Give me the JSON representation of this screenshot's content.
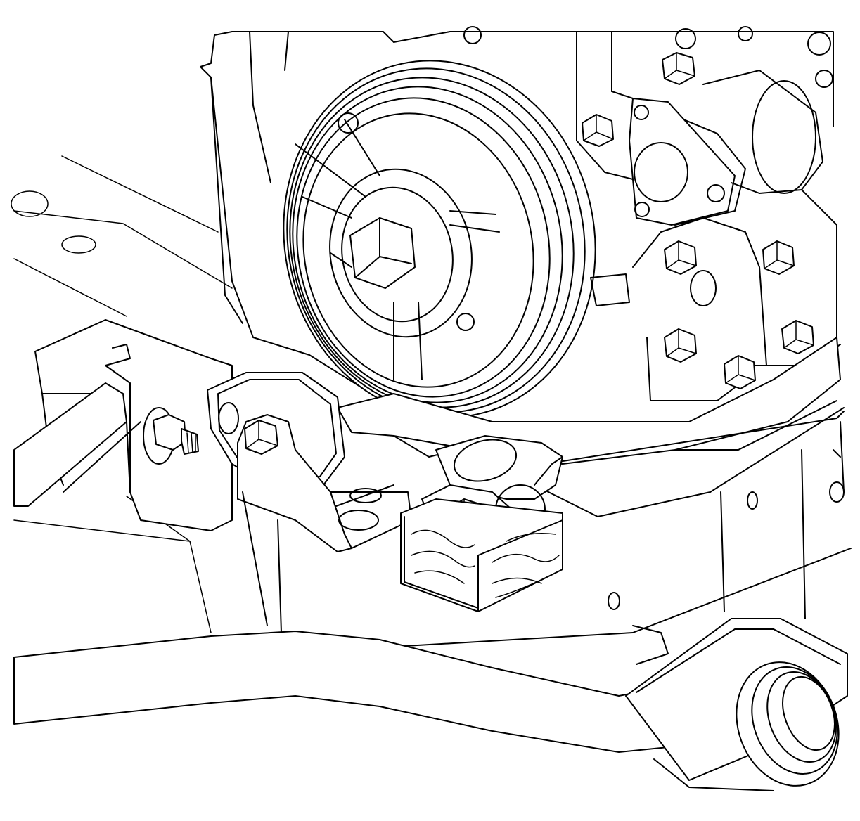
{
  "figure": {
    "background": "#ffffff",
    "line_color": "#000000",
    "components": [
      "crankshaft-pulley",
      "crankshaft-bolt",
      "engine-front-cover",
      "oil-pump-housing",
      "ac-compressor-bracket",
      "engine-mount-bracket",
      "transmission-mount-bracket",
      "wood-block-support",
      "front-crossmember",
      "stabilizer-bar",
      "stabilizer-bar-bushing",
      "mount-stud-nut"
    ]
  }
}
